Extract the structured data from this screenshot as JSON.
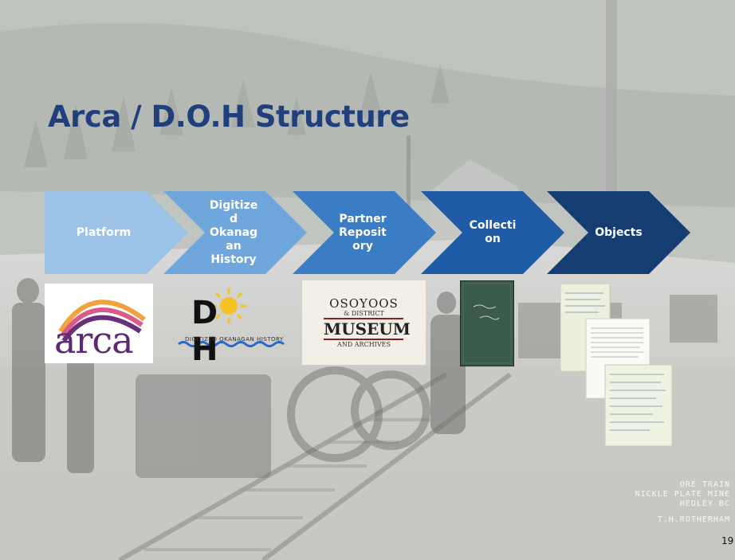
{
  "slide": {
    "title": "Arca / D.O.H Structure",
    "page_number": "19",
    "photo_caption_lines": [
      "ORE TRAIN",
      "NICKLE PLATE MINE",
      "HEDLEY BC",
      "T.H.ROTHERHAM"
    ]
  },
  "process_steps": [
    {
      "label": "Platform",
      "color": "#9cc3e6"
    },
    {
      "label": "Digitize\nd\nOkanag\nan\nHistory",
      "color": "#6fa6dc"
    },
    {
      "label": "Partner\nReposit\nory",
      "color": "#3b7dc4"
    },
    {
      "label": "Collecti\non",
      "color": "#1f5ba6"
    },
    {
      "label": "Objects",
      "color": "#163d72"
    }
  ],
  "logos": {
    "arca_text": "arca",
    "doh_text": "D H",
    "doh_subtitle": "DIGITIZED OKANAGAN HISTORY",
    "museum_line1": "OSOYOOS",
    "museum_line2": "& DISTRICT",
    "museum_line3": "MUSEUM",
    "museum_line4": "AND ARCHIVES"
  },
  "colors": {
    "title": "#203f7c"
  }
}
